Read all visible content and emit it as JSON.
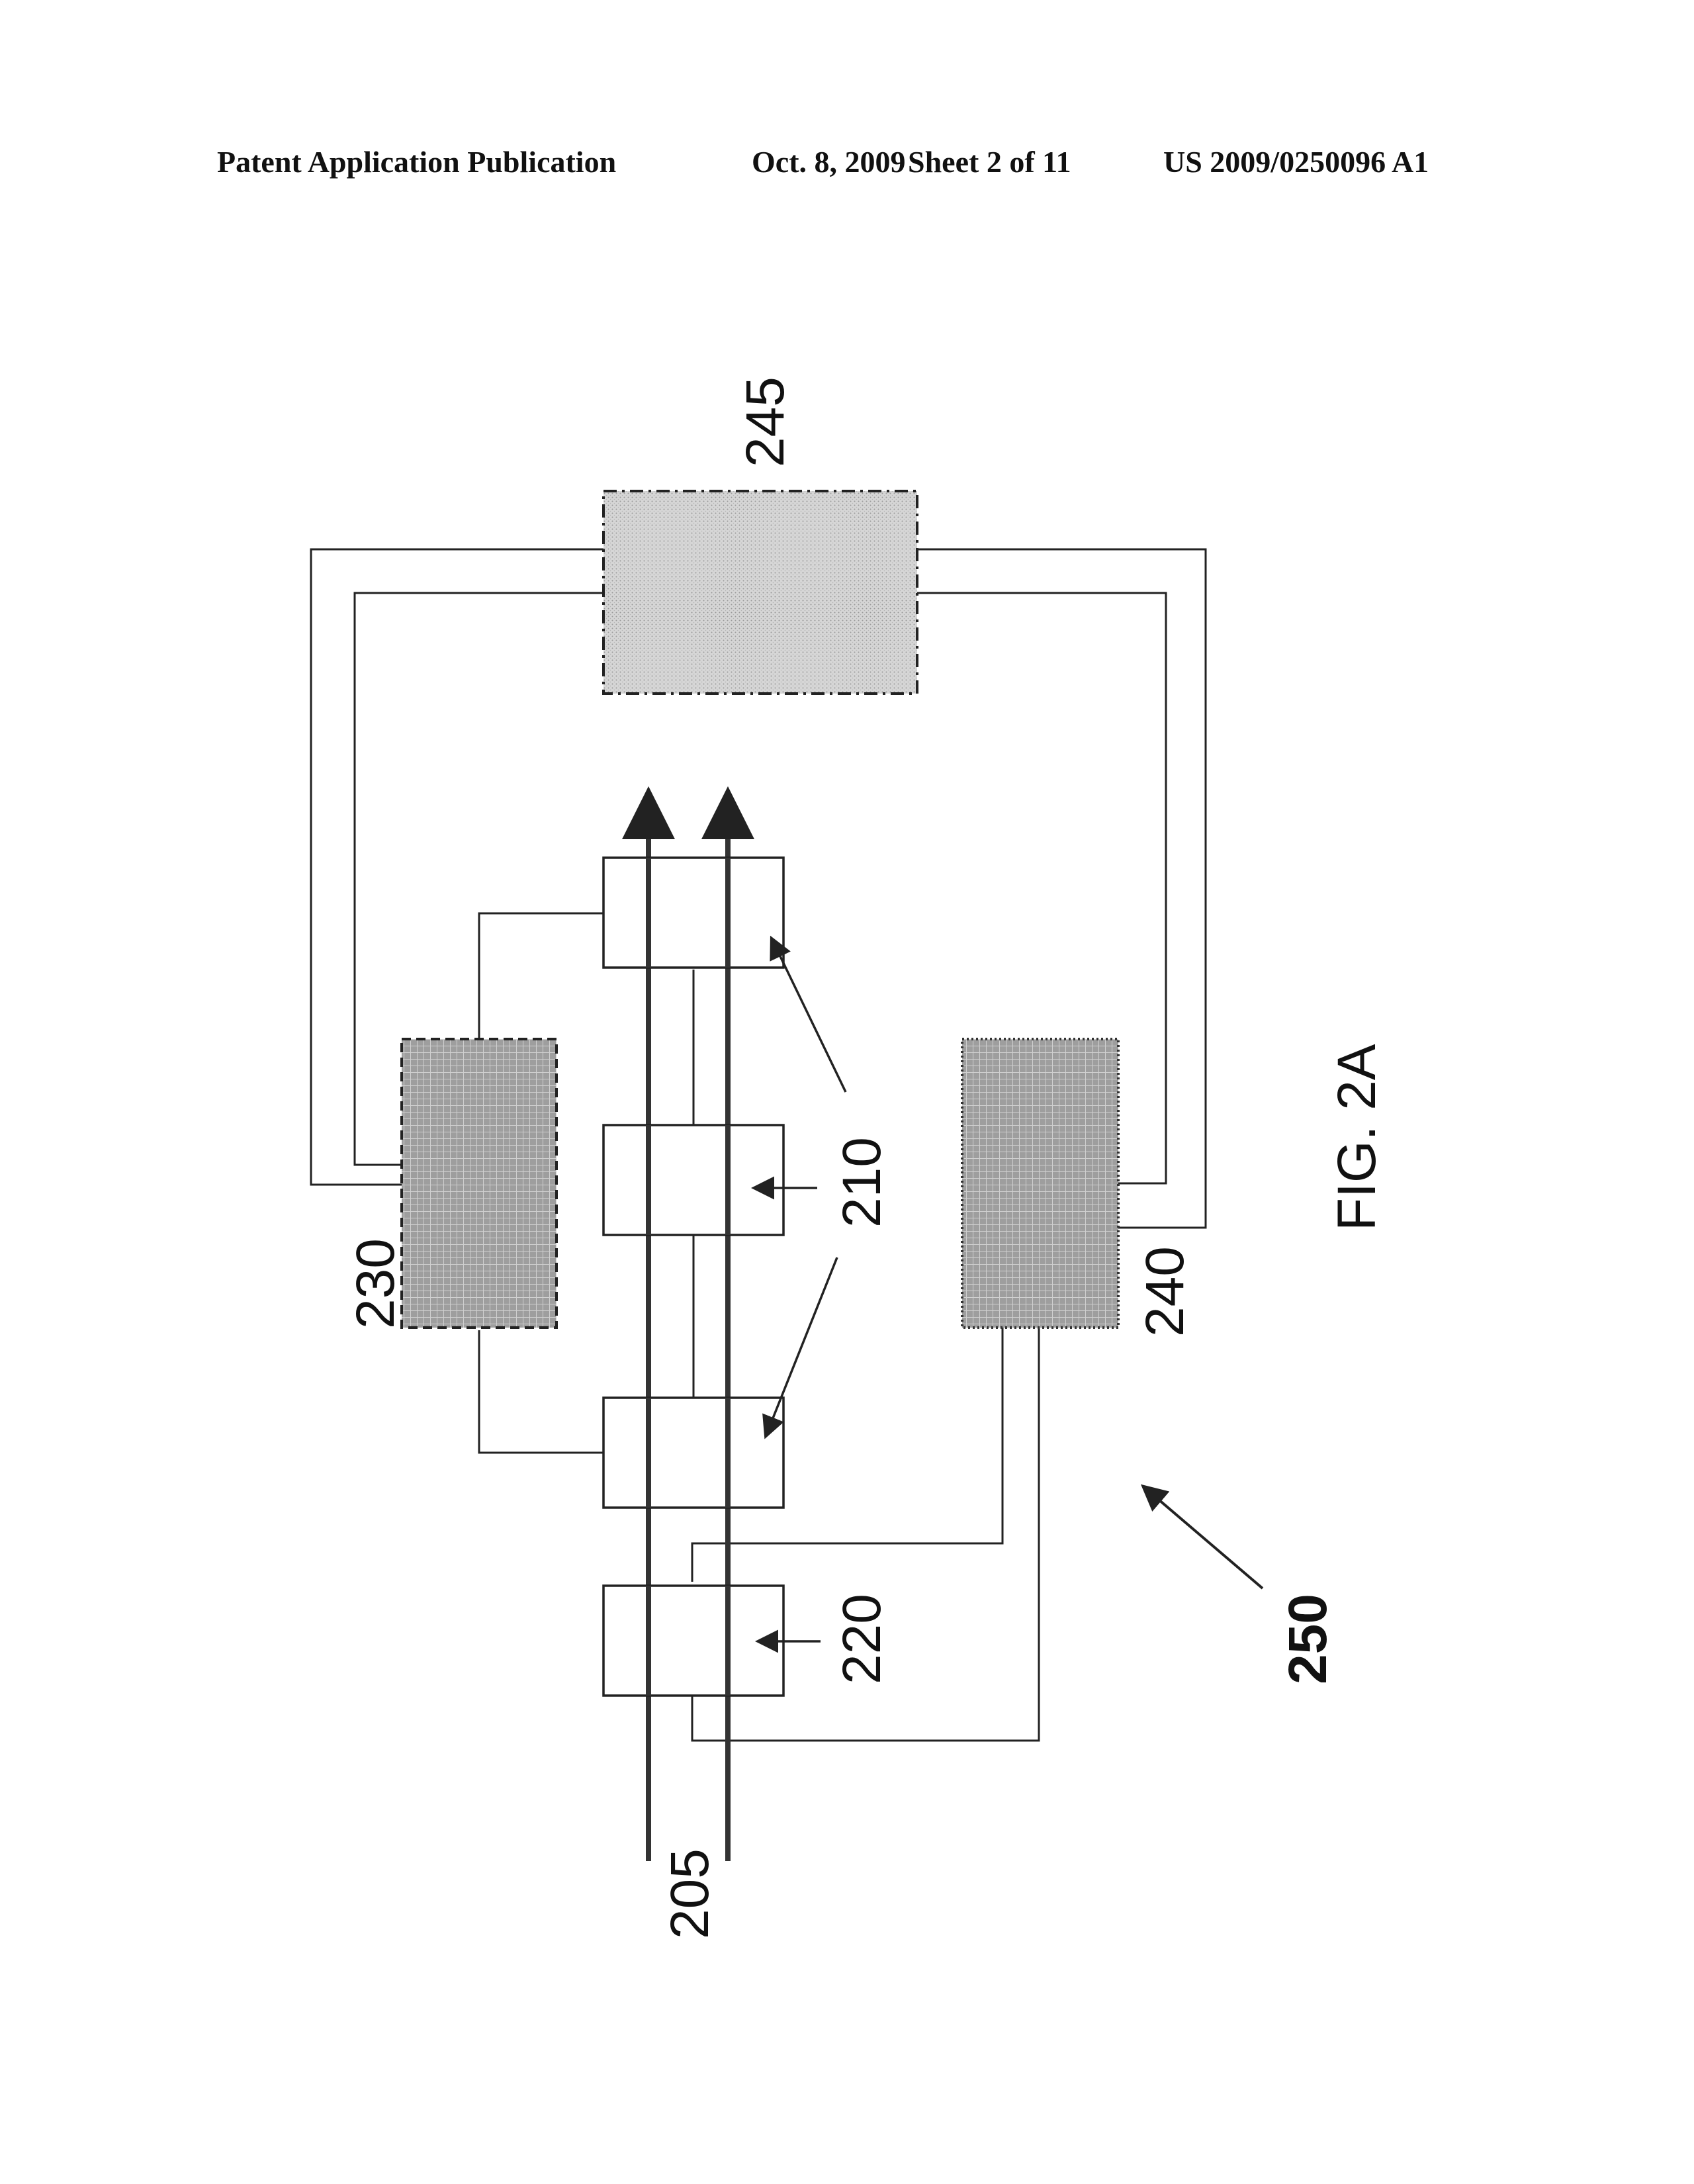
{
  "header": {
    "left": "Patent Application Publication",
    "date": "Oct. 8, 2009",
    "sheet": "Sheet 2 of 11",
    "number": "US 2009/0250096 A1"
  },
  "figure": {
    "caption": "FIG. 2A",
    "labels": {
      "lines": "205",
      "sensors": "210",
      "sensor_single": "220",
      "unit_a": "230",
      "unit_b": "240",
      "unit_c": "245",
      "system": "250"
    }
  },
  "colors": {
    "ink": "#222222",
    "shade_dark": "#9e9e9e",
    "shade_light": "#d2d2d2"
  }
}
